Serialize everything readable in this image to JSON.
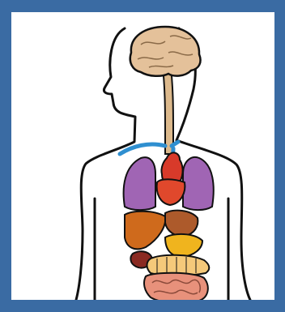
{
  "colors": {
    "frame": "#3a6ba3",
    "background": "#ffffff",
    "outline": "#111111",
    "brain": "#e4c19a",
    "spinal_cord": "#dcb98c",
    "lungs": "#a065b4",
    "heart": "#d83a2a",
    "vessel_blue": "#2f8fd0",
    "liver": "#cf6a1c",
    "stomach": "#ad5a2b",
    "pancreas": "#f0b41e",
    "small_intestine": "#e8917b",
    "large_intestine": "#f5c97a",
    "kidney": "#8a2a22"
  },
  "organs": [
    "brain",
    "spinal-cord",
    "lungs",
    "heart",
    "blood-vessels",
    "liver",
    "stomach",
    "pancreas",
    "large-intestine",
    "small-intestine",
    "kidney"
  ]
}
